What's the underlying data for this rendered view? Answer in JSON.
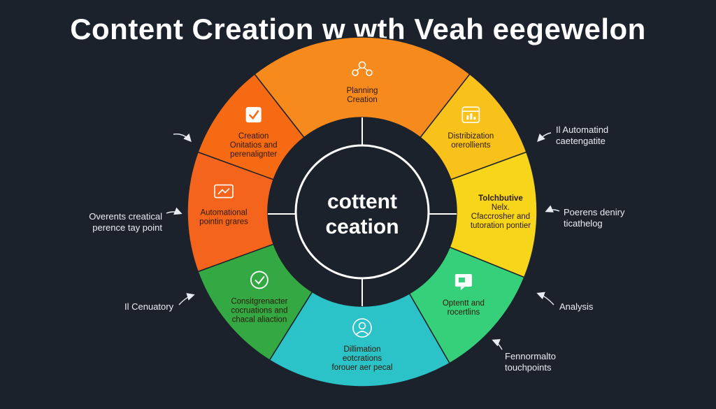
{
  "title": "Content Creation  w  wth Veah eegewelon",
  "center": {
    "line1": "cottent",
    "line2": "ceation"
  },
  "segments": [
    {
      "id": "planning",
      "lines": [
        "Planning",
        "Creation"
      ],
      "color": "#f78a1d",
      "icon": "people-network-icon",
      "text_color": "#4a2a08"
    },
    {
      "id": "distribution",
      "lines": [
        "Distribization",
        "orerollients"
      ],
      "color": "#f9c21a",
      "icon": "calendar-chart-icon",
      "text_color": "#3a2a06"
    },
    {
      "id": "touchpoints",
      "lines": [
        "Tolchbutive",
        "Nelx.",
        "Cfaccrosher and",
        "tutoration pontier"
      ],
      "color": "#f7d51b",
      "icon": "",
      "text_color": "#2a2206"
    },
    {
      "id": "optents",
      "lines": [
        "Optentt and",
        "rocertlins"
      ],
      "color": "#36d07a",
      "icon": "chat-screen-icon",
      "text_color": "#0c3a1e"
    },
    {
      "id": "dillimation",
      "lines": [
        "Dillimation",
        "eotcrations",
        "forouer aer pecal"
      ],
      "color": "#2bc2c8",
      "icon": "person-icon",
      "text_color": "#0b2f33"
    },
    {
      "id": "consit",
      "lines": [
        "Consitgrenacter",
        "cocruations and",
        "chacal aliaction"
      ],
      "color": "#33a843",
      "icon": "check-circle-icon",
      "text_color": "#0c2a10"
    },
    {
      "id": "automational",
      "lines": [
        "Automational",
        "pointin grares"
      ],
      "color": "#f5641c",
      "icon": "chart-line-icon",
      "text_color": "#3a1606"
    },
    {
      "id": "creation",
      "lines": [
        "Creation",
        "Onitatios and",
        "perenalignter"
      ],
      "color": "#f76a14",
      "icon": "checkbox-icon",
      "text_color": "#3a1606"
    }
  ],
  "side_labels": [
    {
      "id": "automatind",
      "lines": [
        "Il Automatind",
        "caetengatite"
      ],
      "arrow": "left"
    },
    {
      "id": "poerens",
      "lines": [
        "Poerens deniry",
        "ticathelog"
      ],
      "arrow": "left"
    },
    {
      "id": "analysis",
      "lines": [
        "Analysis"
      ],
      "arrow": "left"
    },
    {
      "id": "fennormalto",
      "lines": [
        "Fennormalto",
        "touchpoints"
      ],
      "arrow": "up"
    },
    {
      "id": "cenuatory",
      "lines": [
        "Il Cenuatory"
      ],
      "arrow": "right"
    },
    {
      "id": "overents",
      "lines": [
        "Overents creatical",
        "perence tay point"
      ],
      "arrow": "right"
    }
  ]
}
